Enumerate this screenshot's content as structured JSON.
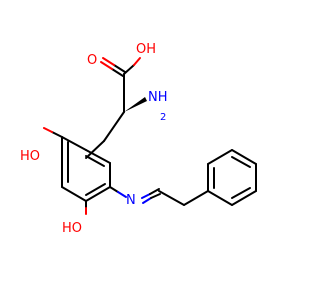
{
  "molecule": {
    "labels": {
      "acid_o": "O",
      "acid_oh": "OH",
      "amine": "NH",
      "amine_sub": "2",
      "phenol_top": "HO",
      "phenol_bottom": "HO",
      "imine_n": "N"
    },
    "colors": {
      "carbon_bond": "#000000",
      "oxygen": "#ff0000",
      "nitrogen": "#0000ff",
      "background": "#ffffff"
    }
  }
}
